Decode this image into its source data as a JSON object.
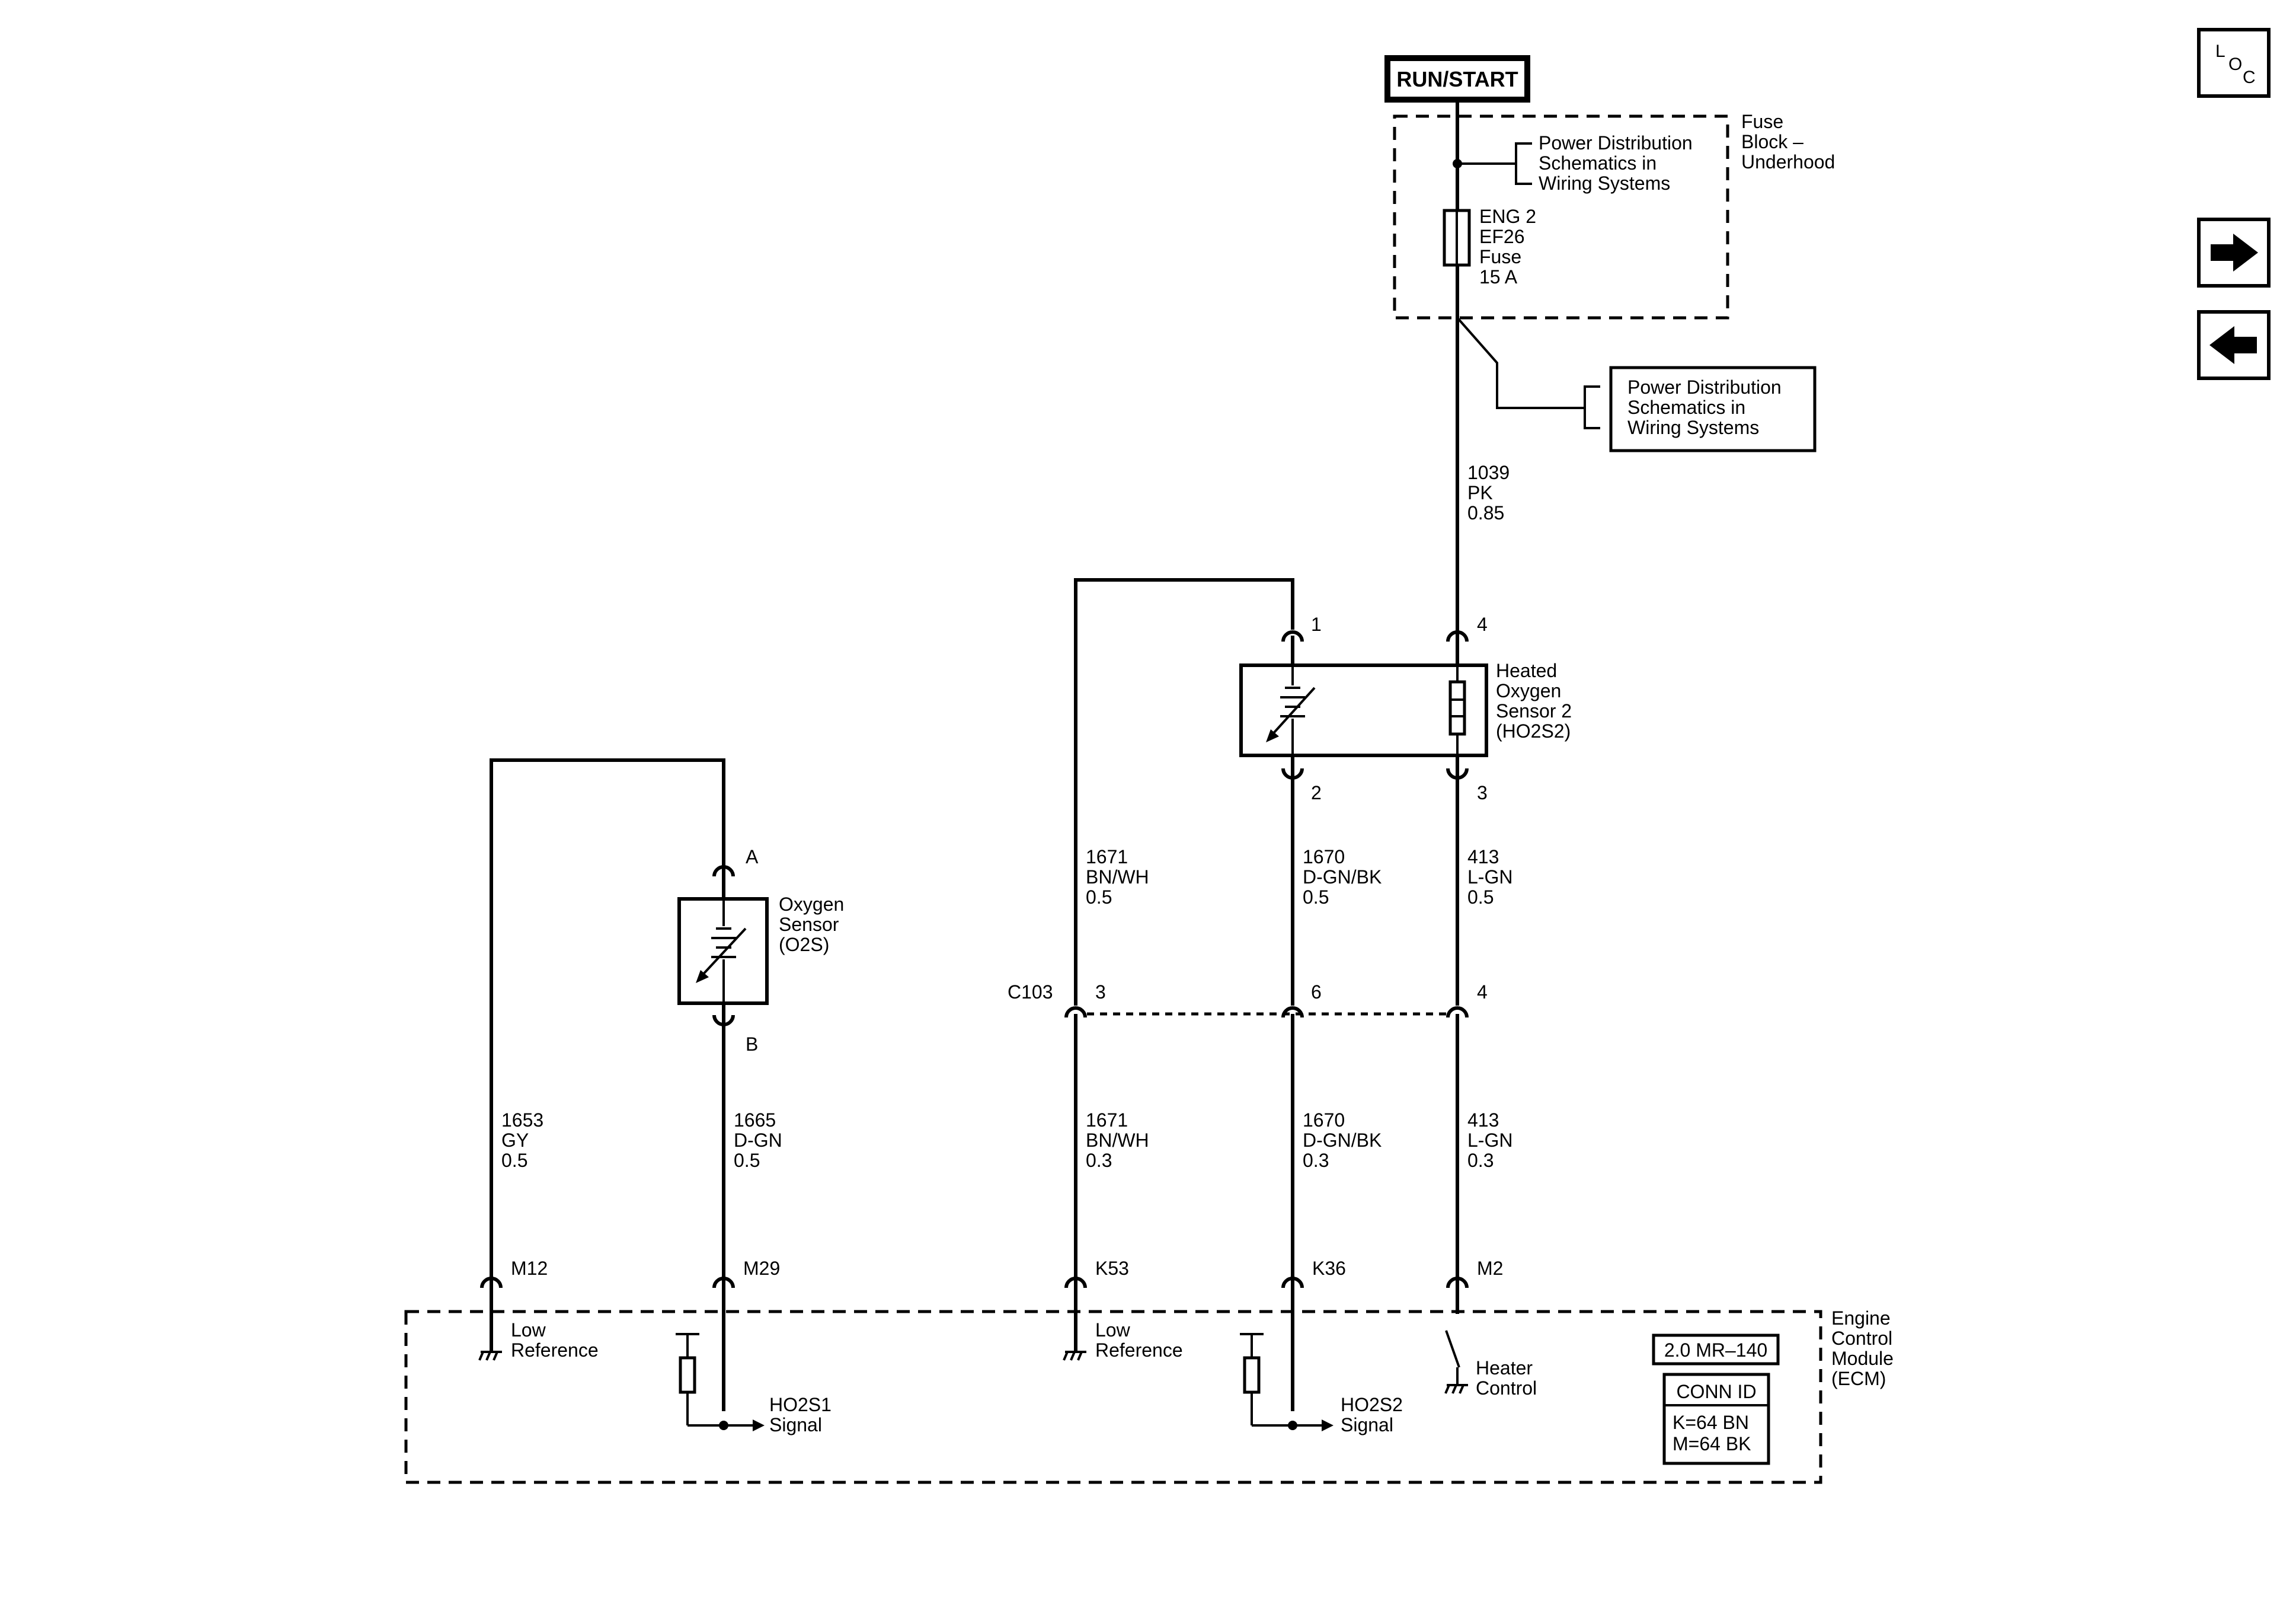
{
  "run_start": "RUN/START",
  "fuse_block": {
    "line1": "Fuse",
    "line2": "Block –",
    "line3": "Underhood"
  },
  "power_ref_top": {
    "line1": "Power Distribution",
    "line2": "Schematics in",
    "line3": "Wiring Systems"
  },
  "power_ref_box": {
    "line1": "Power Distribution",
    "line2": "Schematics in",
    "line3": "Wiring Systems"
  },
  "fuse": {
    "line1": "ENG 2",
    "line2": "EF26",
    "line3": "Fuse",
    "line4": "15 A"
  },
  "wire_1039": {
    "circuit": "1039",
    "color": "PK",
    "gauge": "0.85"
  },
  "ho2s2": {
    "line1": "Heated",
    "line2": "Oxygen",
    "line3": "Sensor 2",
    "line4": "(HO2S2)",
    "pin1": "1",
    "pin4": "4",
    "pin2": "2",
    "pin3": "3"
  },
  "o2s": {
    "line1": "Oxygen",
    "line2": "Sensor",
    "line3": "(O2S)",
    "pinA": "A",
    "pinB": "B"
  },
  "wires_upper": [
    {
      "circuit": "1671",
      "color": "BN/WH",
      "gauge": "0.5"
    },
    {
      "circuit": "1670",
      "color": "D-GN/BK",
      "gauge": "0.5"
    },
    {
      "circuit": "413",
      "color": "L-GN",
      "gauge": "0.5"
    }
  ],
  "c103": {
    "label": "C103",
    "pin3": "3",
    "pin6": "6",
    "pin4": "4"
  },
  "wires_lower": [
    {
      "circuit": "1653",
      "color": "GY",
      "gauge": "0.5"
    },
    {
      "circuit": "1665",
      "color": "D-GN",
      "gauge": "0.5"
    },
    {
      "circuit": "1671",
      "color": "BN/WH",
      "gauge": "0.3"
    },
    {
      "circuit": "1670",
      "color": "D-GN/BK",
      "gauge": "0.3"
    },
    {
      "circuit": "413",
      "color": "L-GN",
      "gauge": "0.3"
    }
  ],
  "ecm_pins": [
    "M12",
    "M29",
    "K53",
    "K36",
    "M2"
  ],
  "ecm_labels": {
    "low_ref_1": {
      "line1": "Low",
      "line2": "Reference"
    },
    "low_ref_2": {
      "line1": "Low",
      "line2": "Reference"
    },
    "ho2s1_signal": {
      "line1": "HO2S1",
      "line2": "Signal"
    },
    "ho2s2_signal": {
      "line1": "HO2S2",
      "line2": "Signal"
    },
    "heater_control": {
      "line1": "Heater",
      "line2": "Control"
    }
  },
  "ecm": {
    "line1": "Engine",
    "line2": "Control",
    "line3": "Module",
    "line4": "(ECM)"
  },
  "engine_code": "2.0 MR–140",
  "conn_id": {
    "title": "CONN ID",
    "line1": "K=64 BN",
    "line2": "M=64 BK"
  },
  "nav": {
    "loc_l": "L",
    "loc_o": "O",
    "loc_c": "C",
    "next_icon": "arrow-right-icon",
    "prev_icon": "arrow-left-icon"
  }
}
